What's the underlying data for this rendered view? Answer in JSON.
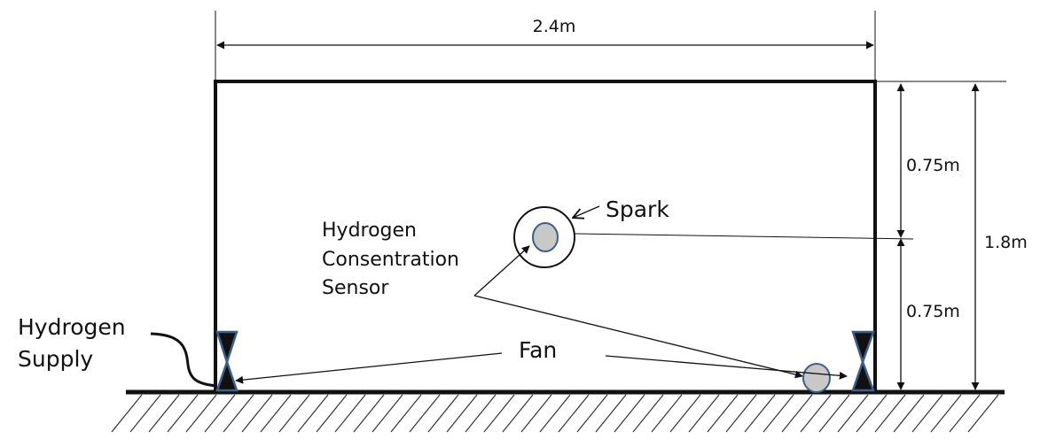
{
  "dimensions": {
    "width": "2.4m",
    "height_total": "1.8m",
    "height_upper": "0.75m",
    "height_lower": "0.75m"
  },
  "labels": {
    "spark": "Spark",
    "sensor_line1": "Hydrogen",
    "sensor_line2": "Consentration",
    "sensor_line3": "Sensor",
    "supply_line1": "Hydrogen",
    "supply_line2": "Supply",
    "fan": "Fan"
  },
  "colors": {
    "stroke": "#111111",
    "fan_outline": "#3b5f8a",
    "sensor_fill": "#c8c8c8",
    "sensor_outline": "#3b5f8a"
  }
}
